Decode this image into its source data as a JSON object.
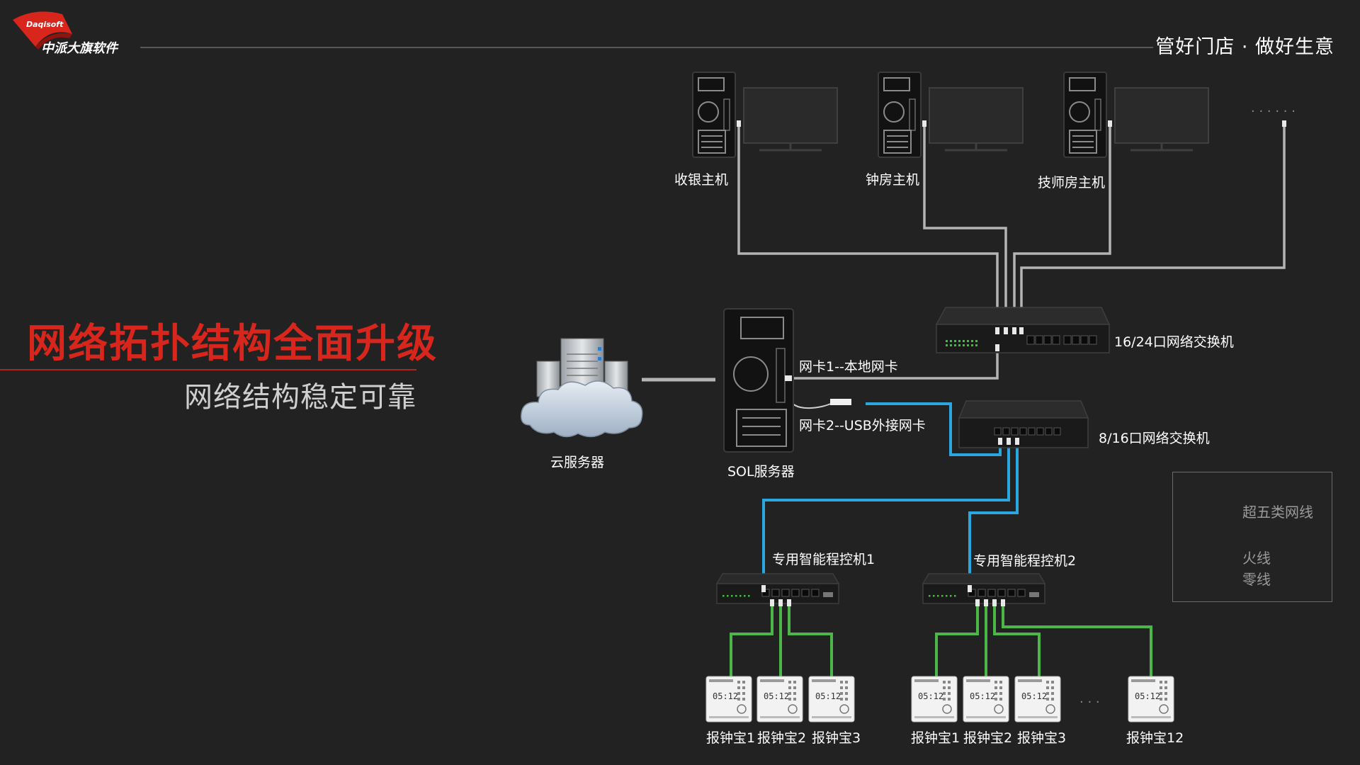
{
  "header": {
    "logo_latin": "Daqisoft",
    "logo_cn": "中派大旗软件",
    "slogan": "管好门店 · 做好生意"
  },
  "title": {
    "headline": "网络拓扑结构全面升级",
    "subline": "网络结构稳定可靠"
  },
  "nodes": {
    "cashier_host": "收银主机",
    "clock_room_host": "钟房主机",
    "technician_room_host": "技师房主机",
    "switch_main": "16/24口网络交换机",
    "nic1": "网卡1--本地网卡",
    "nic2": "网卡2--USB外接网卡",
    "switch_secondary": "8/16口网络交换机",
    "cloud_server": "云服务器",
    "sql_server": "SOL服务器",
    "controller1": "专用智能程控机1",
    "controller2": "专用智能程控机2",
    "clock_display_time": "05:12",
    "clock_devices_group1": [
      "报钟宝1",
      "报钟宝2",
      "报钟宝3"
    ],
    "clock_devices_group2": [
      "报钟宝1",
      "报钟宝2",
      "报钟宝3",
      "报钟宝12"
    ],
    "ellipsis_top": ". . . . . .",
    "ellipsis_bottom": ". . ."
  },
  "legend": {
    "cable_label": "超五类网线",
    "live_label": "火线",
    "neutral_label": "零线"
  },
  "colors": {
    "background": "#222222",
    "accent_red": "#d9261c",
    "cable_blue": "#2aa6e0",
    "cable_green": "#4cb648",
    "cable_gray": "#b4b4b4",
    "live_red": "#d42020",
    "neutral_blue": "#2050b0"
  }
}
